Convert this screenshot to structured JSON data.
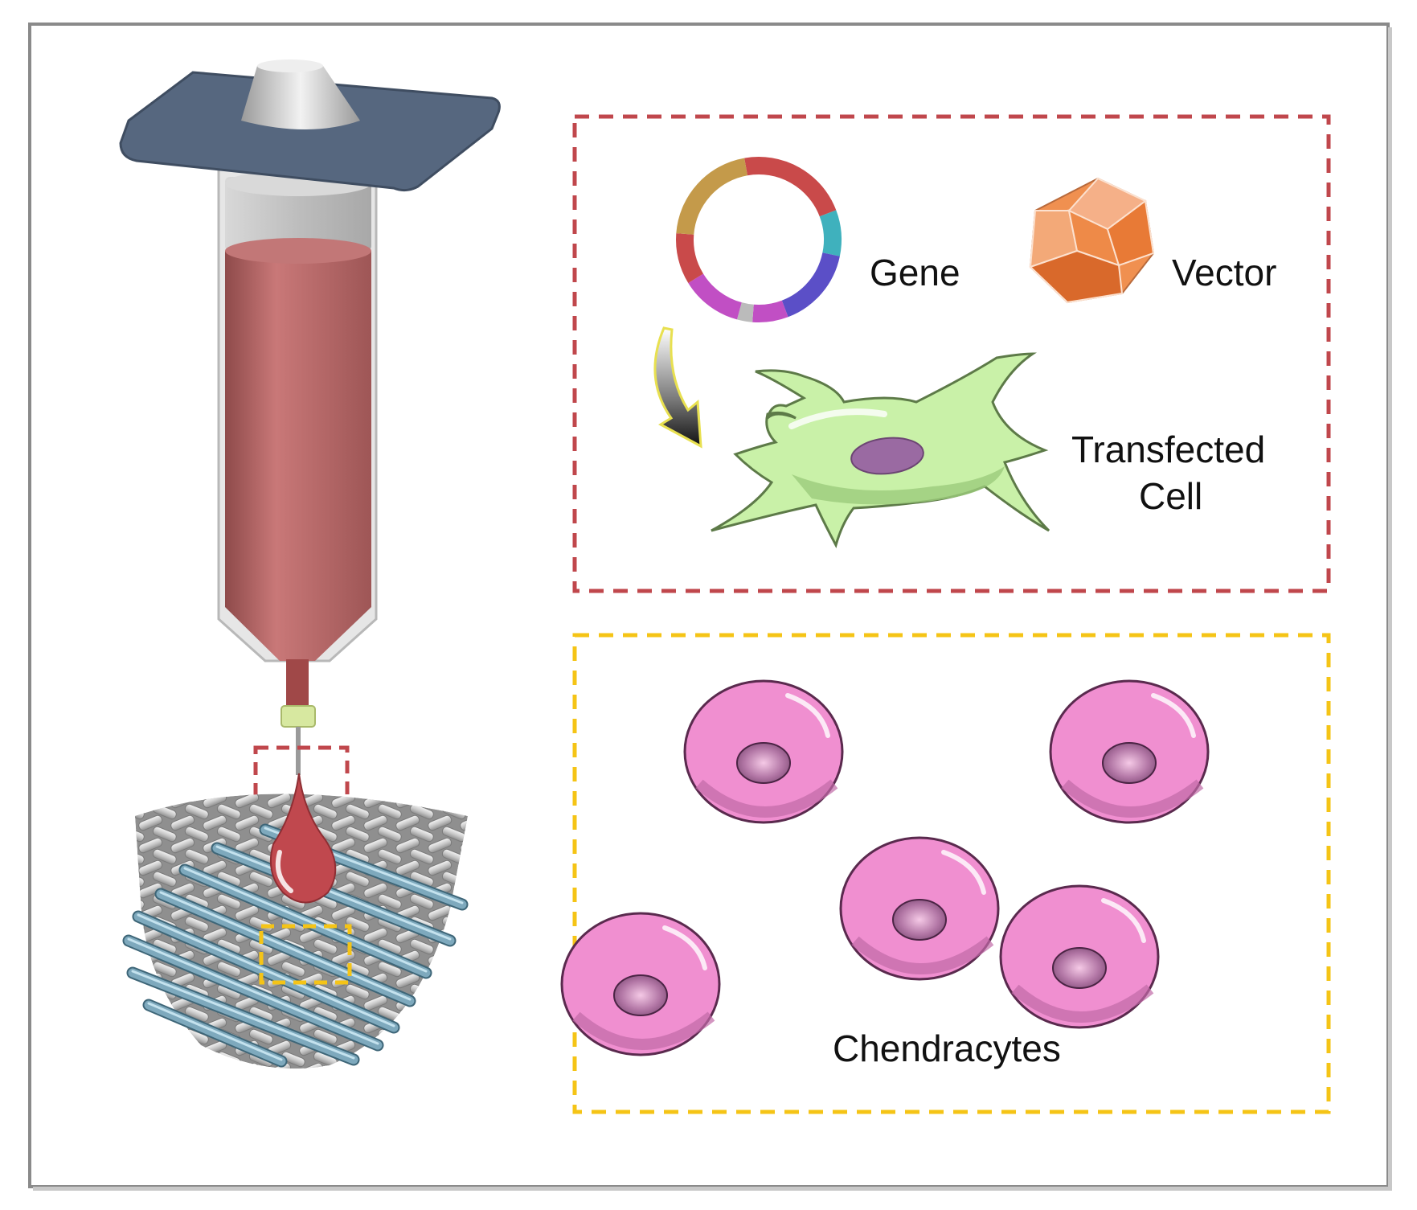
{
  "labels": {
    "gene": "Gene",
    "vector": "Vector",
    "transfected_line1": "Transfected",
    "transfected_line2": "Cell",
    "chondrocytes": "Chendracytes"
  },
  "colors": {
    "frame": "#8a8a8a",
    "syringe_flange": "#56677f",
    "syringe_fluid": "#b86a6a",
    "drop": "#c0484e",
    "callout_red": "#c0474c",
    "callout_yellow": "#f5c416",
    "scaffold_rod_blue": "#7ea9bd",
    "scaffold_rod_gray": "#d8d8d8",
    "cell_green": "#c9f1a8",
    "nucleus_purple": "#9a6aa2",
    "chondrocyte_pink": "#f08fd0",
    "vector_orange": "#f09050"
  },
  "plasmid_segments": [
    {
      "color": "#c94a4a",
      "fraction": 0.22
    },
    {
      "color": "#3fb1bd",
      "fraction": 0.09
    },
    {
      "color": "#5b4fc7",
      "fraction": 0.16
    },
    {
      "color": "#c14fc4",
      "fraction": 0.07
    },
    {
      "color": "#bbbbbb",
      "fraction": 0.03
    },
    {
      "color": "#c14fc4",
      "fraction": 0.12
    },
    {
      "color": "#c94a4a",
      "fraction": 0.1
    },
    {
      "color": "#c49a4a",
      "fraction": 0.21
    }
  ],
  "icons": [
    "syringe-icon",
    "droplet-icon",
    "scaffold-icon",
    "plasmid-icon",
    "viral-vector-icon",
    "arrow-icon",
    "transfected-cell-icon",
    "chondrocyte-icon"
  ]
}
